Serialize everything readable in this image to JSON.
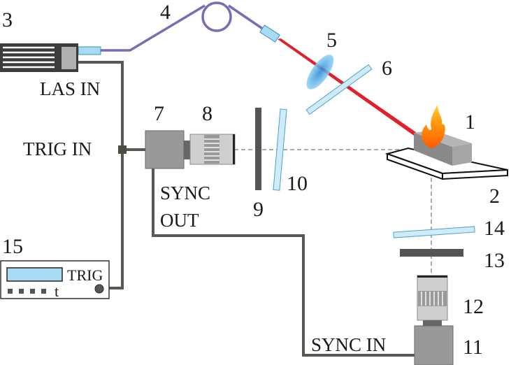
{
  "figure": {
    "description": "Experimental setup schematic: laser ignition with two synchronized cameras",
    "components": [
      {
        "id": "1",
        "label": "1",
        "name": "sample with flame"
      },
      {
        "id": "2",
        "label": "2",
        "name": "sample holder plate"
      },
      {
        "id": "3",
        "label": "3",
        "name": "laser"
      },
      {
        "id": "4",
        "label": "4",
        "name": "optical fiber"
      },
      {
        "id": "5",
        "label": "5",
        "name": "focusing lens"
      },
      {
        "id": "6",
        "label": "6",
        "name": "window / beam splitter"
      },
      {
        "id": "7",
        "label": "7",
        "name": "camera 1"
      },
      {
        "id": "8",
        "label": "8",
        "name": "camera 1 lens"
      },
      {
        "id": "9",
        "label": "9",
        "name": "filter"
      },
      {
        "id": "10",
        "label": "10",
        "name": "glass plate"
      },
      {
        "id": "11",
        "label": "11",
        "name": "camera 2"
      },
      {
        "id": "12",
        "label": "12",
        "name": "camera 2 lens"
      },
      {
        "id": "13",
        "label": "13",
        "name": "filter"
      },
      {
        "id": "14",
        "label": "14",
        "name": "glass plate"
      },
      {
        "id": "15",
        "label": "15",
        "name": "pulse generator"
      }
    ],
    "port_labels": {
      "las_in": "LAS IN",
      "trig_in": "TRIG IN",
      "sync_out_1": "SYNC",
      "sync_out_2": "OUT",
      "sync_in": "SYNC IN",
      "trig": "TRIG",
      "t": "t"
    },
    "colors": {
      "fiber": "#7a6cb0",
      "laser_beam": "#e0202c",
      "cable": "#555a52",
      "glass": "#cfeaf8",
      "glass_edge": "#4aa3c8",
      "lens": "#3fa9e0",
      "camera_body": "#999999",
      "filter": "#555555",
      "display": "#a8dcf4"
    }
  }
}
